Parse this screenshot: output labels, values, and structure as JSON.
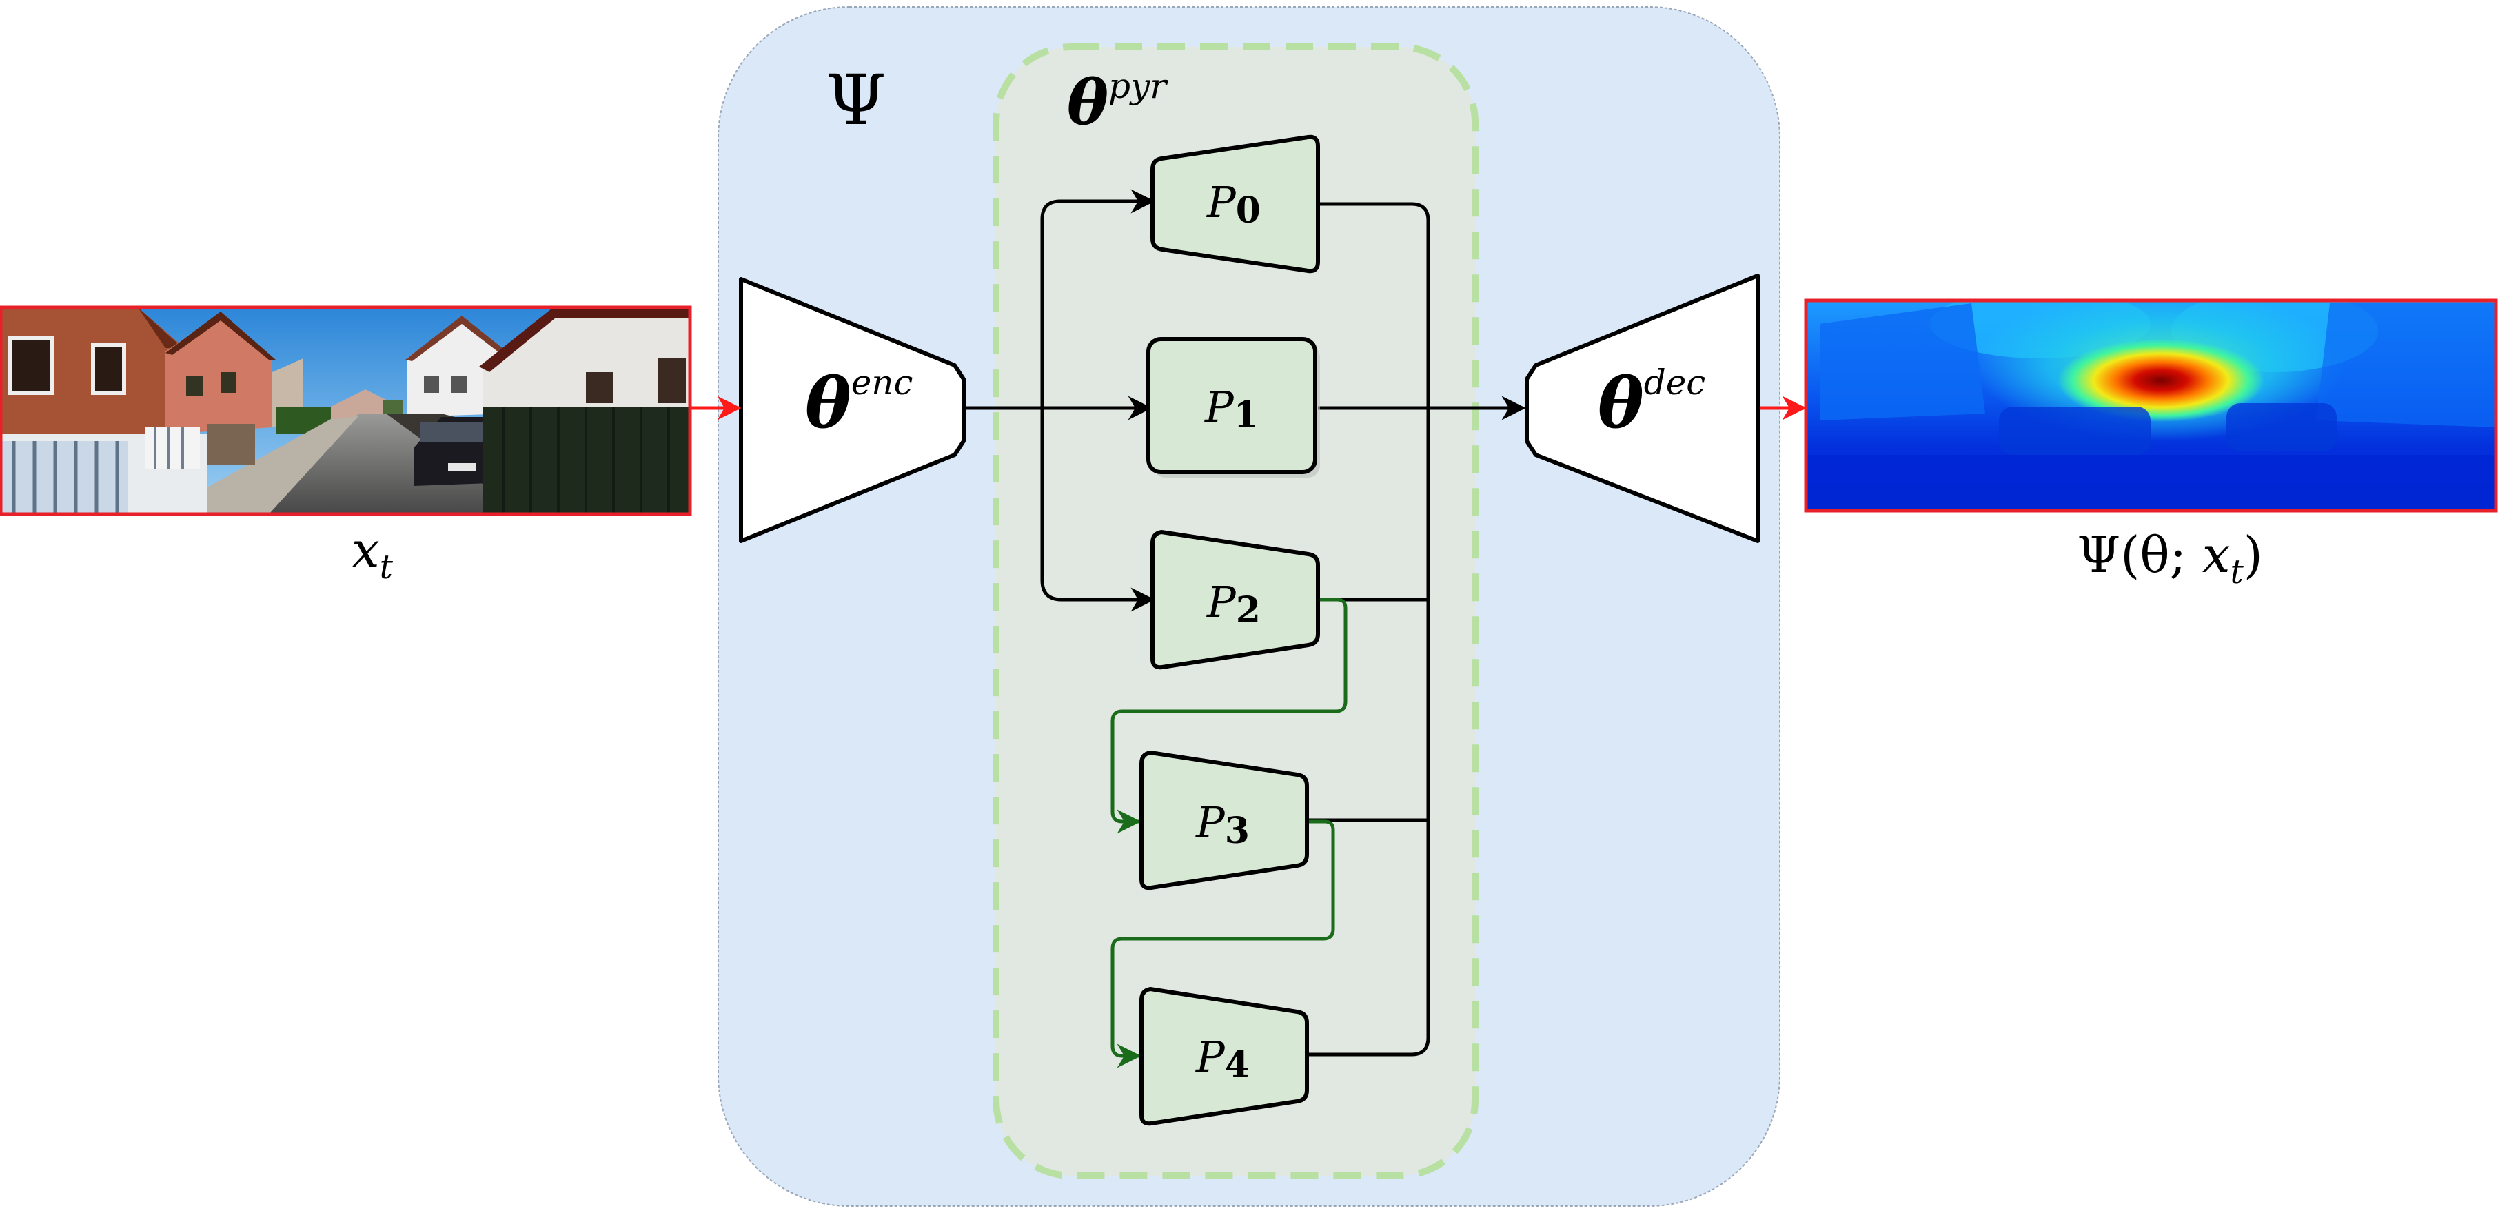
{
  "container": {
    "label": "Ψ",
    "pyramid_label": "θ",
    "pyramid_sup": "pyr"
  },
  "encoder": {
    "label": "θ",
    "sup": "enc"
  },
  "decoder": {
    "label": "θ",
    "sup": "dec"
  },
  "input_image": {
    "caption_main": "x",
    "caption_sub": "t"
  },
  "output_image": {
    "caption_prefix": "Ψ(θ; ",
    "caption_var": "x",
    "caption_sub": "t",
    "caption_suffix": ")"
  },
  "pyramid_blocks": [
    {
      "prefix": "P",
      "index": "0"
    },
    {
      "prefix": "P",
      "index": "1"
    },
    {
      "prefix": "P",
      "index": "2"
    },
    {
      "prefix": "P",
      "index": "3"
    },
    {
      "prefix": "P",
      "index": "4"
    }
  ],
  "colors": {
    "container_fill": "#dae8f8",
    "pyramid_fill": "#e1e7e1",
    "pyramid_border": "#b9e0a3",
    "block_fill": "#d7e8d4",
    "green_arrow": "#1a6b1a",
    "red_arrow": "#ff1a1a",
    "image_border": "#e8202a"
  }
}
